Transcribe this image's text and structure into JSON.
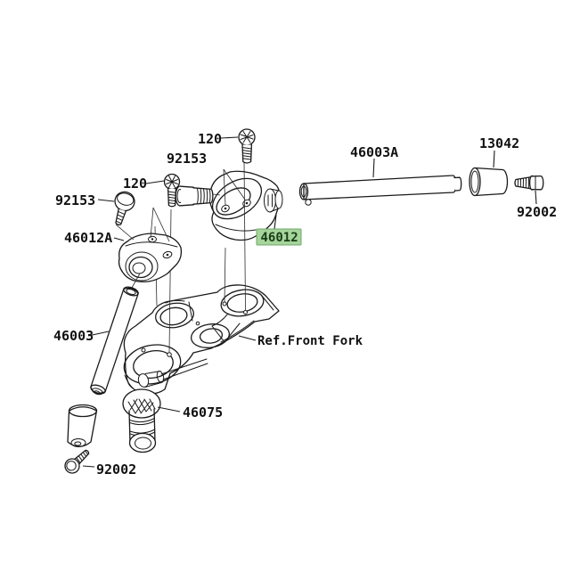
{
  "diagram": {
    "background": "#ffffff",
    "line_color": "#1a1a1a",
    "highlight": {
      "bg": "#a6d49b",
      "border": "#6fa868",
      "text": "#163c16"
    },
    "callouts": {
      "top_bolt": "120",
      "upper_screw": "92153",
      "left_bolt": "120",
      "left_screw": "92153",
      "left_holder": "46012A",
      "right_holder": "46012",
      "left_handlebar": "46003",
      "right_handlebar": "46003A",
      "weight": "13042",
      "weight_bolt_right": "92002",
      "grip_end": "46075",
      "weight_bolt_left": "92002",
      "reference": "Ref.Front Fork"
    }
  }
}
